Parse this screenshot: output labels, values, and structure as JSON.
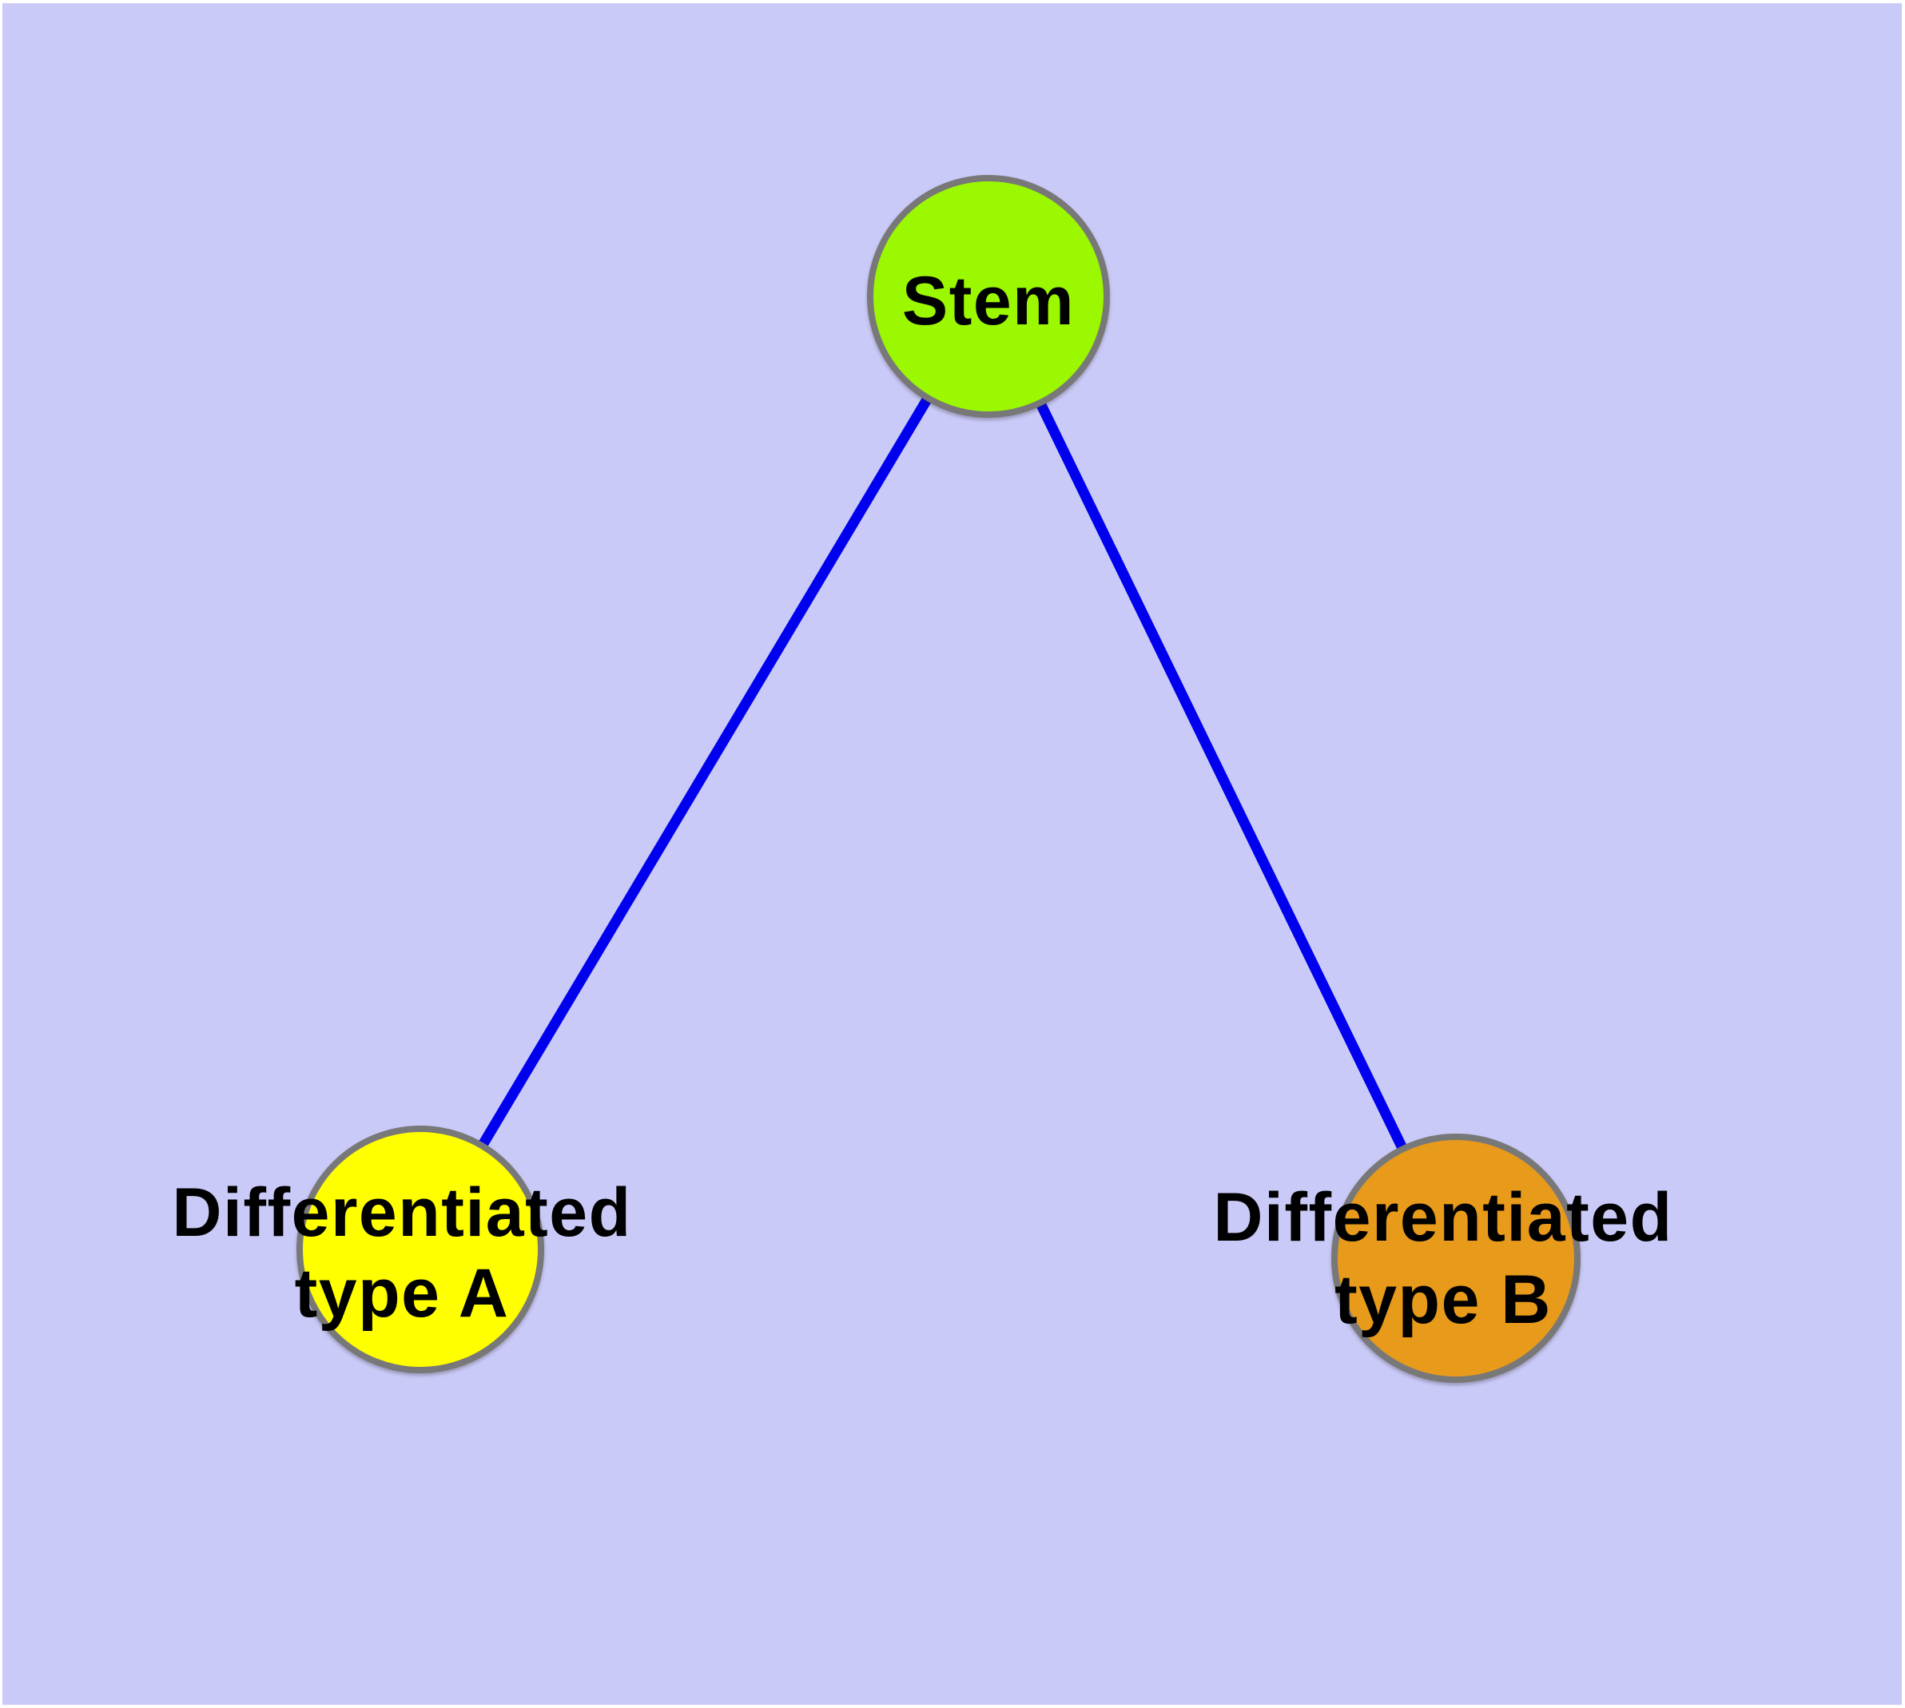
{
  "diagram": {
    "description_labels": {
      "stem": "Stem",
      "type_a_line1": "Differentiated",
      "type_a_line2": "type A",
      "type_b_line1": "Differentiated",
      "type_b_line2": "type B"
    },
    "nodes": {
      "stem": {
        "label": "Stem",
        "fill": "#9BF800"
      },
      "type_a": {
        "label_line1": "Differentiated",
        "label_line2": "type A",
        "fill": "#FFFF00"
      },
      "type_b": {
        "label_line1": "Differentiated",
        "label_line2": "type B",
        "fill": "#E89A1B"
      }
    },
    "edges": [
      {
        "from": "Stem",
        "to": "Differentiated type A"
      },
      {
        "from": "Stem",
        "to": "Differentiated type B"
      }
    ],
    "colors": {
      "margin": "#FFFFFF",
      "background": "#CACAF8",
      "edge": "#0000EE",
      "node_border": "#787878",
      "text": "#000000"
    }
  }
}
